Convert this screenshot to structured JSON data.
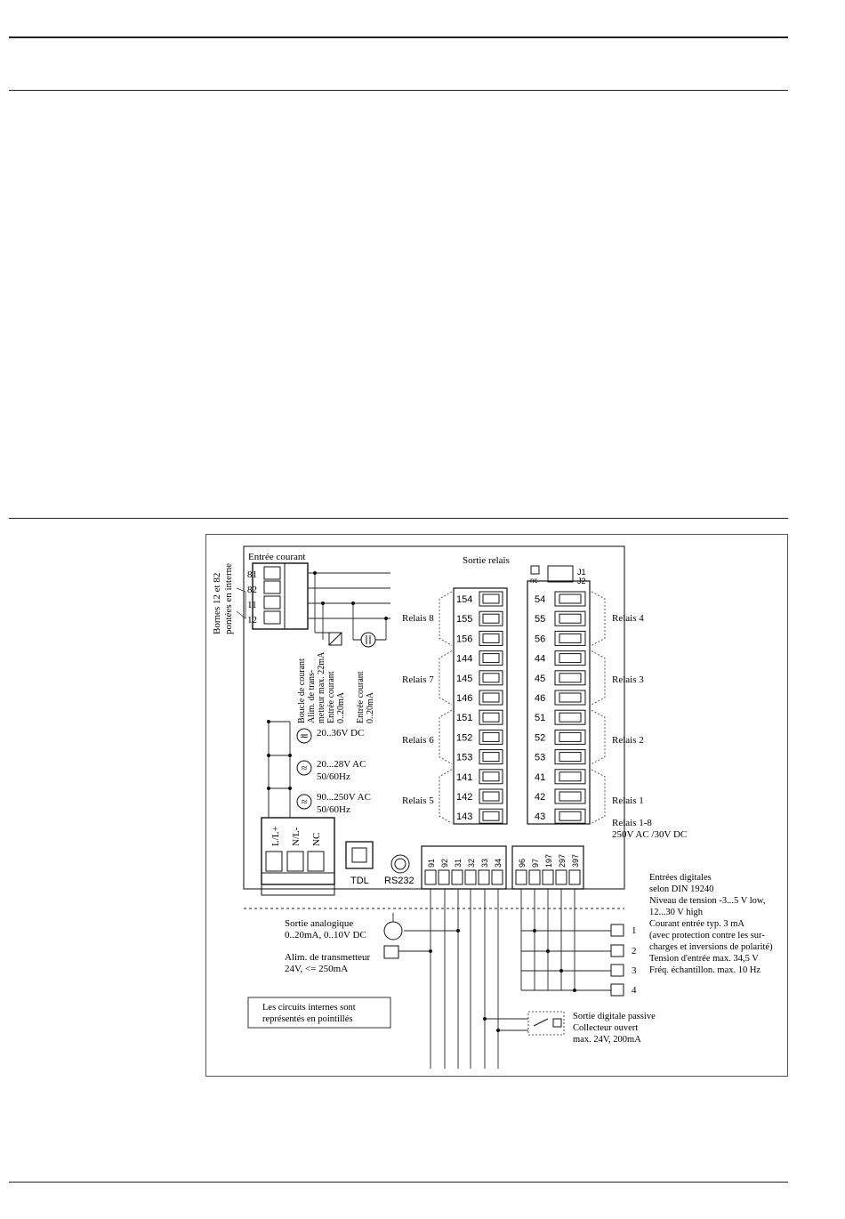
{
  "diagram": {
    "current_input": {
      "title": "Entrée courant",
      "terminals": [
        "81",
        "82",
        "11",
        "12"
      ],
      "bridge_note": [
        "Bornes 12 et 82",
        "pontées en interne"
      ],
      "labels": [
        "Boucle de courant",
        "Alim. de trans-",
        "metteur max. 22mA",
        "Entrée courant",
        "0..20mA",
        "Entrée courant",
        "0..20mA"
      ]
    },
    "power": {
      "options": [
        {
          "l1": "20..36V DC",
          "l2": ""
        },
        {
          "l1": "20...28V AC",
          "l2": "50/60Hz"
        },
        {
          "l1": "90...250V AC",
          "l2": "50/60Hz"
        }
      ],
      "terminals": [
        "L/L+",
        "N/L-",
        "NC"
      ]
    },
    "relays": {
      "title": "Sortie relais",
      "left_terminals": [
        "154",
        "155",
        "156",
        "144",
        "145",
        "146",
        "151",
        "152",
        "153",
        "141",
        "142",
        "143"
      ],
      "right_terminals": [
        "54",
        "55",
        "56",
        "44",
        "45",
        "46",
        "51",
        "52",
        "53",
        "41",
        "42",
        "43"
      ],
      "left_labels": [
        "Relais 8",
        "Relais 7",
        "Relais 6",
        "Relais 5"
      ],
      "right_labels": [
        "Relais 4",
        "Relais 3",
        "Relais 2",
        "Relais 1"
      ],
      "spec": [
        "Relais 1-8",
        "250V AC /30V DC"
      ],
      "jumpers": [
        "J1",
        "J2"
      ],
      "nc_label": "nc"
    },
    "bottom": {
      "terminals_a": [
        "91",
        "92",
        "31",
        "32",
        "33",
        "34"
      ],
      "terminals_b": [
        "96",
        "97",
        "197",
        "297",
        "397"
      ],
      "tdl": "TDL",
      "rs232": "RS232"
    },
    "analog_out": [
      "Sortie analogique",
      "0..20mA, 0..10V DC"
    ],
    "transmitter_supply": [
      "Alim. de transmetteur",
      "24V, <= 250mA"
    ],
    "internal_note": [
      "Les circuits internes sont",
      "représentés en pointillés"
    ],
    "digital_inputs": {
      "numbers": [
        "1",
        "2",
        "3",
        "4"
      ],
      "text": [
        "Entrées digitales",
        "selon DIN 19240",
        "Niveau de tension  -3...5 V low,",
        "12...30 V high",
        "Courant entrée  typ. 3 mA",
        "(avec protection contre les sur-",
        "charges et inversions de polarité)",
        "Tension d'entrée  max. 34,5 V",
        "Fréq. échantillon. max. 10 Hz"
      ]
    },
    "digital_output": [
      "Sortie digitale passive",
      "Collecteur ouvert",
      "max. 24V, 200mA"
    ]
  }
}
